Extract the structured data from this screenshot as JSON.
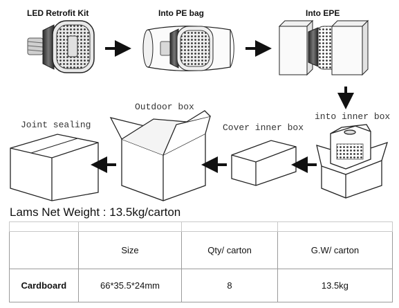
{
  "steps": {
    "led_kit": "LED Retrofit Kit",
    "pe_bag": "Into PE bag",
    "epe": "Into EPE",
    "inner_box": "into inner box",
    "cover_inner_box": "Cover inner box",
    "outdoor_box": "Outdoor box",
    "joint_sealing": "Joint sealing"
  },
  "weight_note": "Lams Net Weight : 13.5kg/carton",
  "table": {
    "headers": [
      "",
      "Size",
      "Qty/ carton",
      "G.W/ carton"
    ],
    "rows": [
      {
        "type": "Cardboard",
        "size": "66*35.5*24mm",
        "qty": "8",
        "gw": "13.5kg"
      }
    ]
  }
}
